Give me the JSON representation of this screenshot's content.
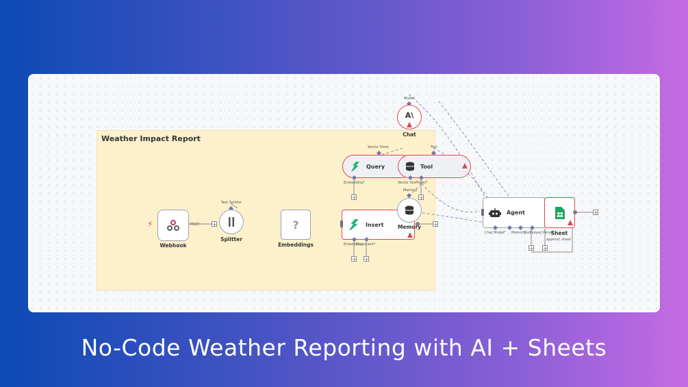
{
  "headline": "No-Code Weather Reporting with AI + Sheets",
  "sticky_title": "Weather Impact Report",
  "nodes": {
    "webhook": {
      "label": "Webhook",
      "port": "POST"
    },
    "splitter": {
      "label": "Splitter",
      "top_label": "Text Splitter"
    },
    "embeddings": {
      "label": "Embeddings",
      "icon": "?"
    },
    "insert": {
      "label": "Insert",
      "ports": [
        "Embedding",
        "Document*"
      ]
    },
    "query": {
      "label": "Query",
      "top_label": "Vector Store",
      "bottom_label": "Embedding*"
    },
    "tool": {
      "label": "Tool",
      "top_label": "Tool",
      "bottom_labels": [
        "Vector Sto",
        "Model*"
      ]
    },
    "chat": {
      "label": "Chat",
      "top_label": "Model",
      "icon": "A\\"
    },
    "memory": {
      "label": "Memory",
      "top_label": "Memory"
    },
    "agent": {
      "label": "Agent",
      "ports": [
        "Chat Model*",
        "Memory",
        "Tool",
        "Output Parser"
      ]
    },
    "sheet": {
      "label": "Sheet",
      "sublabel": "append: sheet"
    }
  },
  "colors": {
    "error": "#e0464e",
    "sticky": "#fdf1cc",
    "accent_green": "#1fb574"
  }
}
